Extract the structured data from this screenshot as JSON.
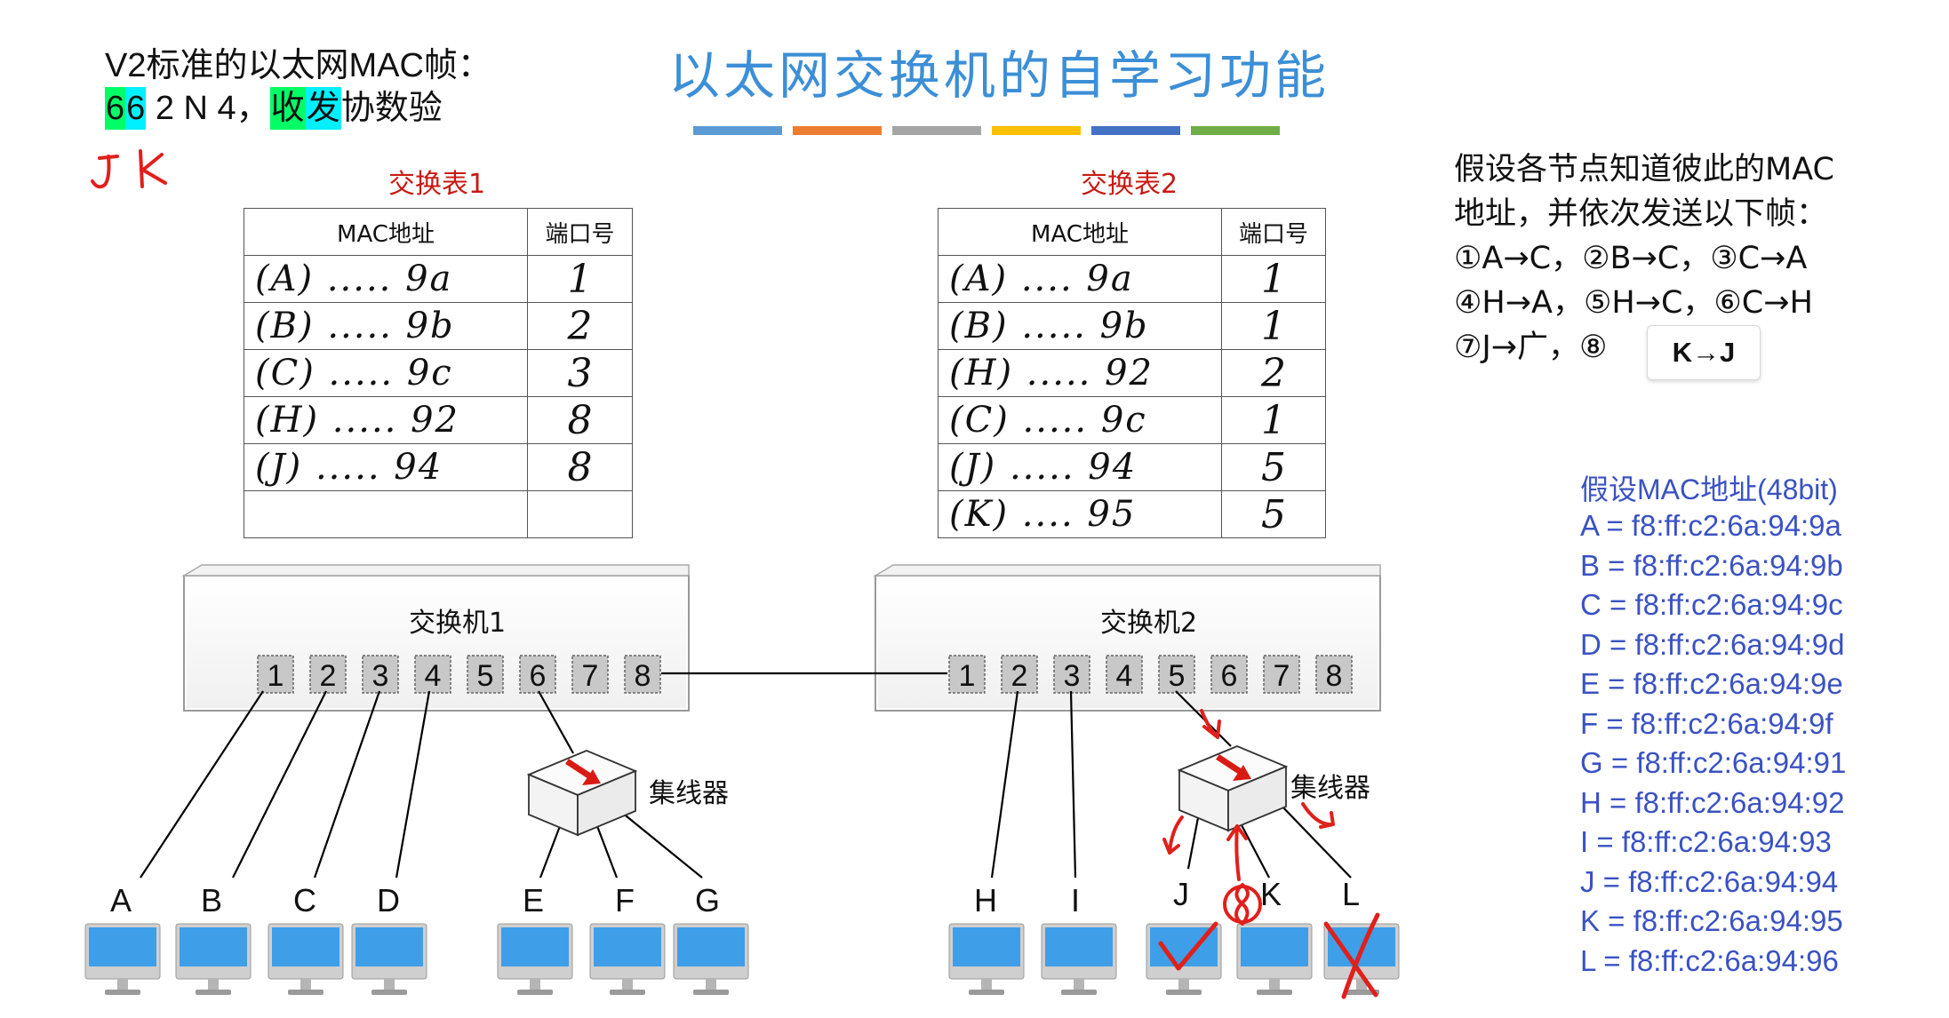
{
  "title": "以太网交换机的自学习功能",
  "title_bar_colors": [
    "#5b9bd5",
    "#ed7d31",
    "#a5a5a5",
    "#ffc000",
    "#4472c4",
    "#70ad47"
  ],
  "top_note": {
    "line1": "V2标准的以太网MAC帧：",
    "seg_6a": "6",
    "seg_6b": "6",
    "seg_rest": " 2 N 4，",
    "seg_shou": "收",
    "seg_fa": "发",
    "seg_tail": "协数验",
    "colors": {
      "green": "#00ff66",
      "cyan": "#00f0ff"
    }
  },
  "handwritten_jk": "J K",
  "table1": {
    "caption": "交换表1",
    "col_mac": "MAC地址",
    "col_port": "端口号",
    "rows": [
      {
        "mac": "(A) ..... 9a",
        "port": "1"
      },
      {
        "mac": "(B) ..... 9b",
        "port": "2"
      },
      {
        "mac": "(C) ..... 9c",
        "port": "3"
      },
      {
        "mac": "(H) ..... 92",
        "port": "8"
      },
      {
        "mac": "(J) ..... 94",
        "port": "8"
      },
      {
        "mac": "",
        "port": ""
      }
    ]
  },
  "table2": {
    "caption": "交换表2",
    "col_mac": "MAC地址",
    "col_port": "端口号",
    "rows": [
      {
        "mac": "(A) .... 9a",
        "port": "1"
      },
      {
        "mac": "(B) ..... 9b",
        "port": "1"
      },
      {
        "mac": "(H) ..... 92",
        "port": "2"
      },
      {
        "mac": "(C) ..... 9c",
        "port": "1"
      },
      {
        "mac": "(J) ..... 94",
        "port": "5"
      },
      {
        "mac": "(K) .... 95",
        "port": "5"
      }
    ]
  },
  "assumption": {
    "line1": "假设各节点知道彼此的MAC",
    "line2": "地址，并依次发送以下帧：",
    "line3": "①A→C，②B→C，③C→A",
    "line4": "④H→A，⑤H→C，⑥C→H",
    "line5": "⑦J→广，⑧",
    "button_label": "K→J"
  },
  "mac_list": {
    "heading": "假设MAC地址(48bit)",
    "items": [
      "A = f8:ff:c2:6a:94:9a",
      "B = f8:ff:c2:6a:94:9b",
      "C = f8:ff:c2:6a:94:9c",
      "D = f8:ff:c2:6a:94:9d",
      "E = f8:ff:c2:6a:94:9e",
      "F = f8:ff:c2:6a:94:9f",
      "G = f8:ff:c2:6a:94:91",
      "H = f8:ff:c2:6a:94:92",
      "I = f8:ff:c2:6a:94:93",
      "J = f8:ff:c2:6a:94:94",
      "K = f8:ff:c2:6a:94:95",
      "L = f8:ff:c2:6a:94:96"
    ]
  },
  "switch1": {
    "label": "交换机1",
    "ports": [
      "1",
      "2",
      "3",
      "4",
      "5",
      "6",
      "7",
      "8"
    ]
  },
  "switch2": {
    "label": "交换机2",
    "ports": [
      "1",
      "2",
      "3",
      "4",
      "5",
      "6",
      "7",
      "8"
    ]
  },
  "hub1": {
    "label": "集线器"
  },
  "hub2": {
    "label": "集线器"
  },
  "nodes": [
    "A",
    "B",
    "C",
    "D",
    "E",
    "F",
    "G",
    "H",
    "I",
    "J",
    "K",
    "L"
  ],
  "handwritten_step": "8",
  "colors": {
    "ink": "#e0201b",
    "screen": "#3f9ee8",
    "port_fill": "#c8c8c8",
    "title": "#3c8fd6",
    "caption": "#c81a14",
    "mac": "#3a52c2"
  }
}
